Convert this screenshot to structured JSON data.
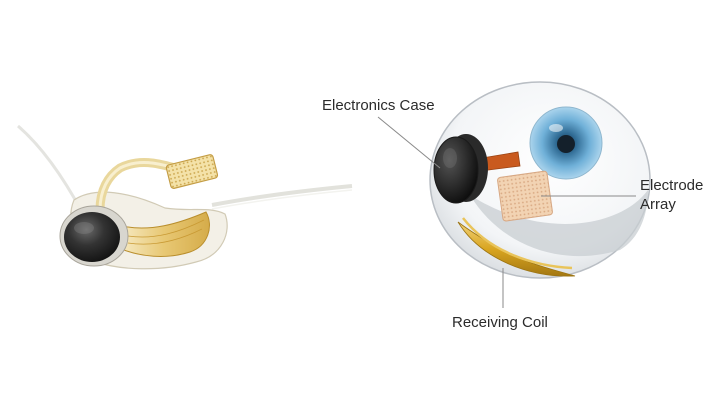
{
  "labels": {
    "electronics_case": "Electronics Case",
    "electrode_array_line1": "Electrode",
    "electrode_array_line2": "Array",
    "receiving_coil": "Receiving Coil"
  },
  "colors": {
    "background": "#ffffff",
    "label_text": "#2b2b2b",
    "leader_line": "#8a8a8a",
    "electronics_case": "#2e2e2e",
    "iris_blue": "#5a9bc7",
    "electrode_array": "#f2d3b3",
    "connector": "#c95a1e",
    "coil_gold": "#d9a520"
  },
  "icons": {
    "implant": "retinal-implant-device-icon",
    "eye": "eye-cutaway-icon"
  }
}
